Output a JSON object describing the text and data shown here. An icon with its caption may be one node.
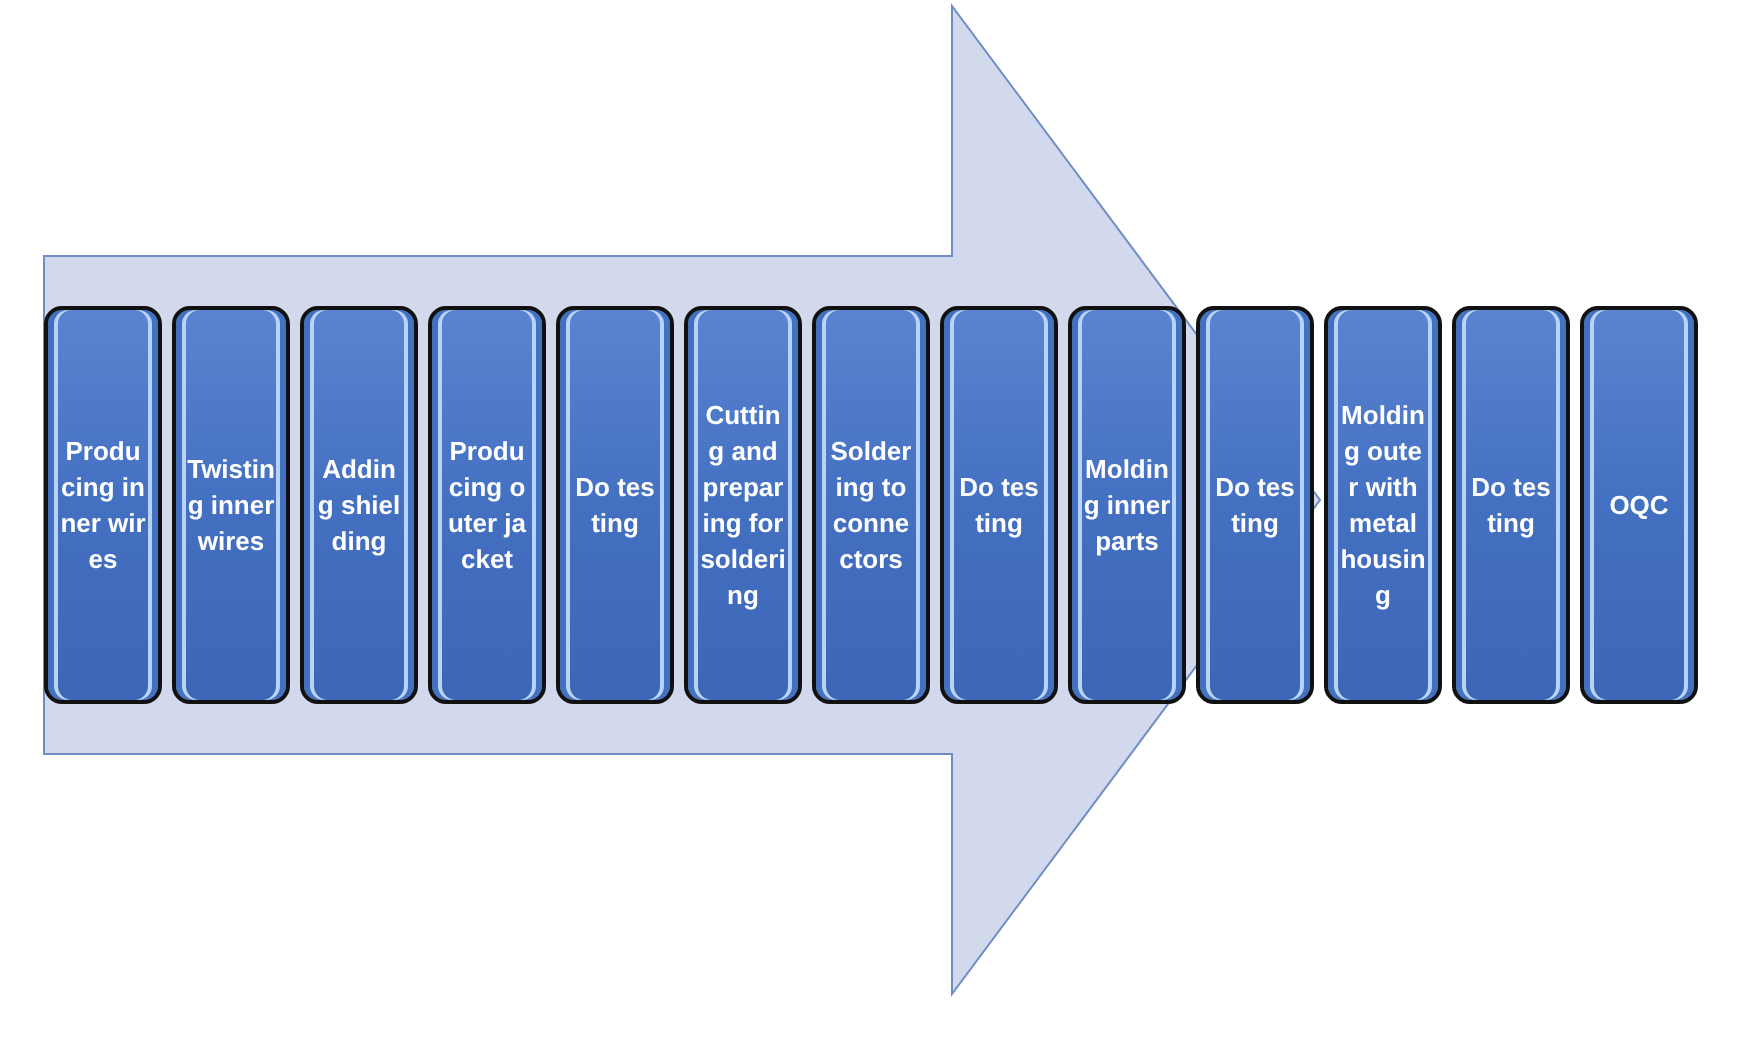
{
  "diagram": {
    "nodes": [
      {
        "text": [
          "Producing inner wires"
        ]
      },
      {
        "text": [
          "Twisting inner wires"
        ]
      },
      {
        "text": [
          "Adding shielding"
        ]
      },
      {
        "text": [
          "Producing outer jacket"
        ]
      },
      {
        "text": [
          "Do testing"
        ]
      },
      {
        "text": [
          "Cutting and preparing for soldering"
        ]
      },
      {
        "text": [
          "Soldering to connectors"
        ]
      },
      {
        "text": [
          "Do testing"
        ]
      },
      {
        "text": [
          "Molding inner parts"
        ]
      },
      {
        "text": [
          "Do testing"
        ]
      },
      {
        "text": [
          "Molding outer with metal housing"
        ]
      },
      {
        "text": [
          "Do testing"
        ]
      },
      {
        "text": [
          "OQC"
        ]
      }
    ],
    "edges": [
      {
        "from": 0,
        "to": 10,
        "arrow": "to"
      }
    ]
  }
}
